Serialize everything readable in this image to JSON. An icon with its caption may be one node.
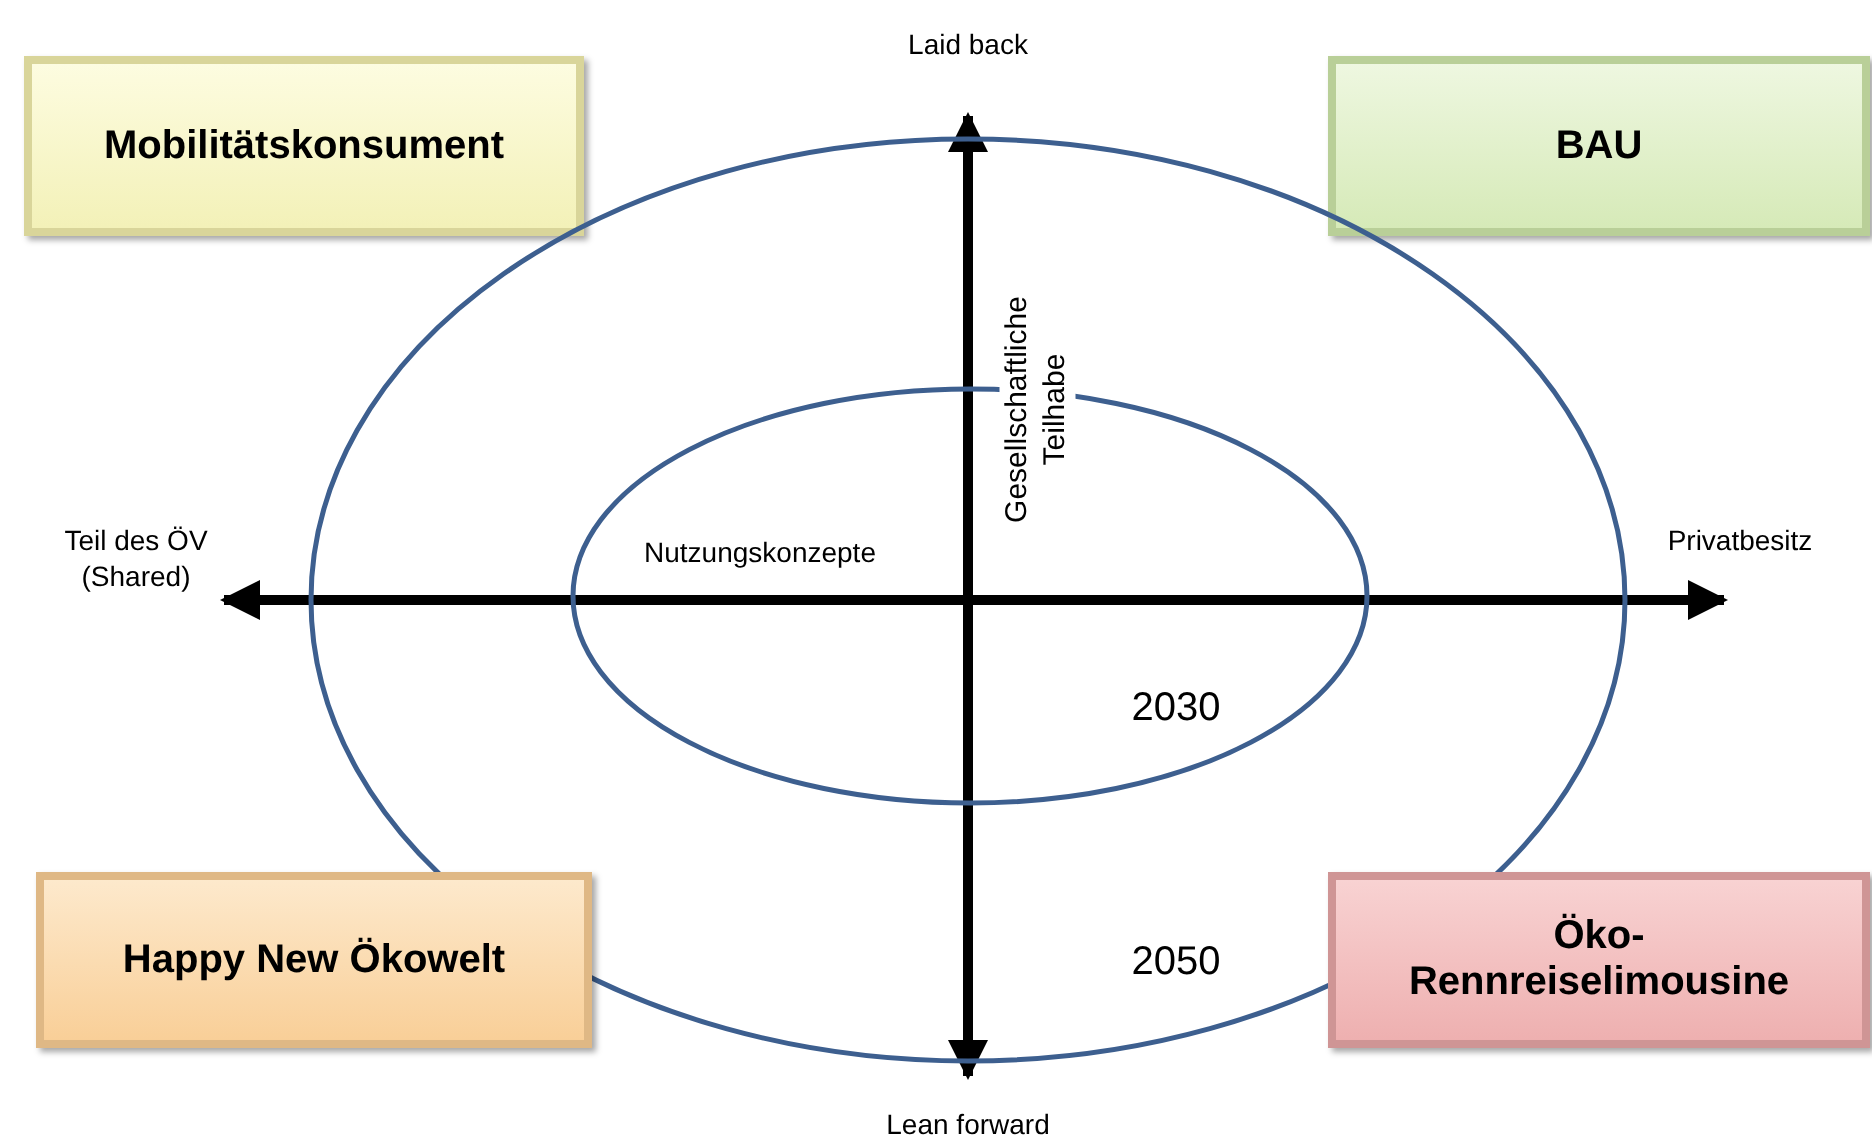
{
  "diagram": {
    "nodes": [
      {
        "text": [
          "Mobilitätskonsument"
        ]
      },
      {
        "text": [
          "BAU"
        ]
      },
      {
        "text": [
          "2050"
        ]
      },
      {
        "text": [
          "Nutzungskonzepte",
          "2030"
        ],
        "in": 2
      },
      {
        "text": [
          "Happy New Ökowelt"
        ]
      },
      {
        "text": [
          "Öko- Rennreiselimousine"
        ]
      }
    ],
    "edges": [],
    "labels": [
      "Laid back",
      "Teil des ÖV (Shared)",
      "Privatbesitz",
      "Gesellschaftliche Teilhabe",
      "Lean forward"
    ]
  }
}
